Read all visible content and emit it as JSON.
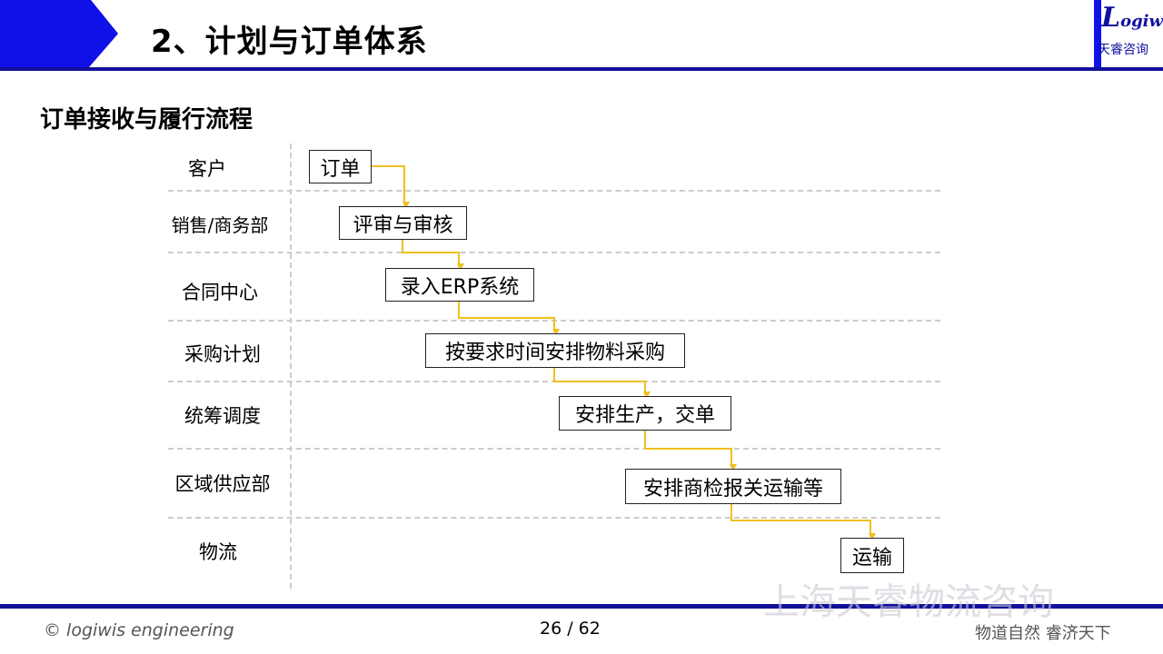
{
  "header": {
    "title": "2、计划与订单体系",
    "logo_text": "Logiwis",
    "logo_sub": "天睿咨询"
  },
  "subtitle": "订单接收与履行流程",
  "lanes": [
    "客户",
    "销售/商务部",
    "合同中心",
    "采购计划",
    "统筹调度",
    "区域供应部",
    "物流"
  ],
  "steps": [
    "订单",
    "评审与审核",
    "录入ERP系统",
    "按要求时间安排物料采购",
    "安排生产，交单",
    "安排商检报关运输等",
    "运输"
  ],
  "footer": {
    "copyright": "© logiwis engineering",
    "page": "26  / 62",
    "slogan": "物道自然  睿济天下",
    "watermark": "上海天睿物流咨询"
  },
  "colors": {
    "brand": "#1010e8",
    "line": "#10109a",
    "connector": "#f0c020"
  }
}
